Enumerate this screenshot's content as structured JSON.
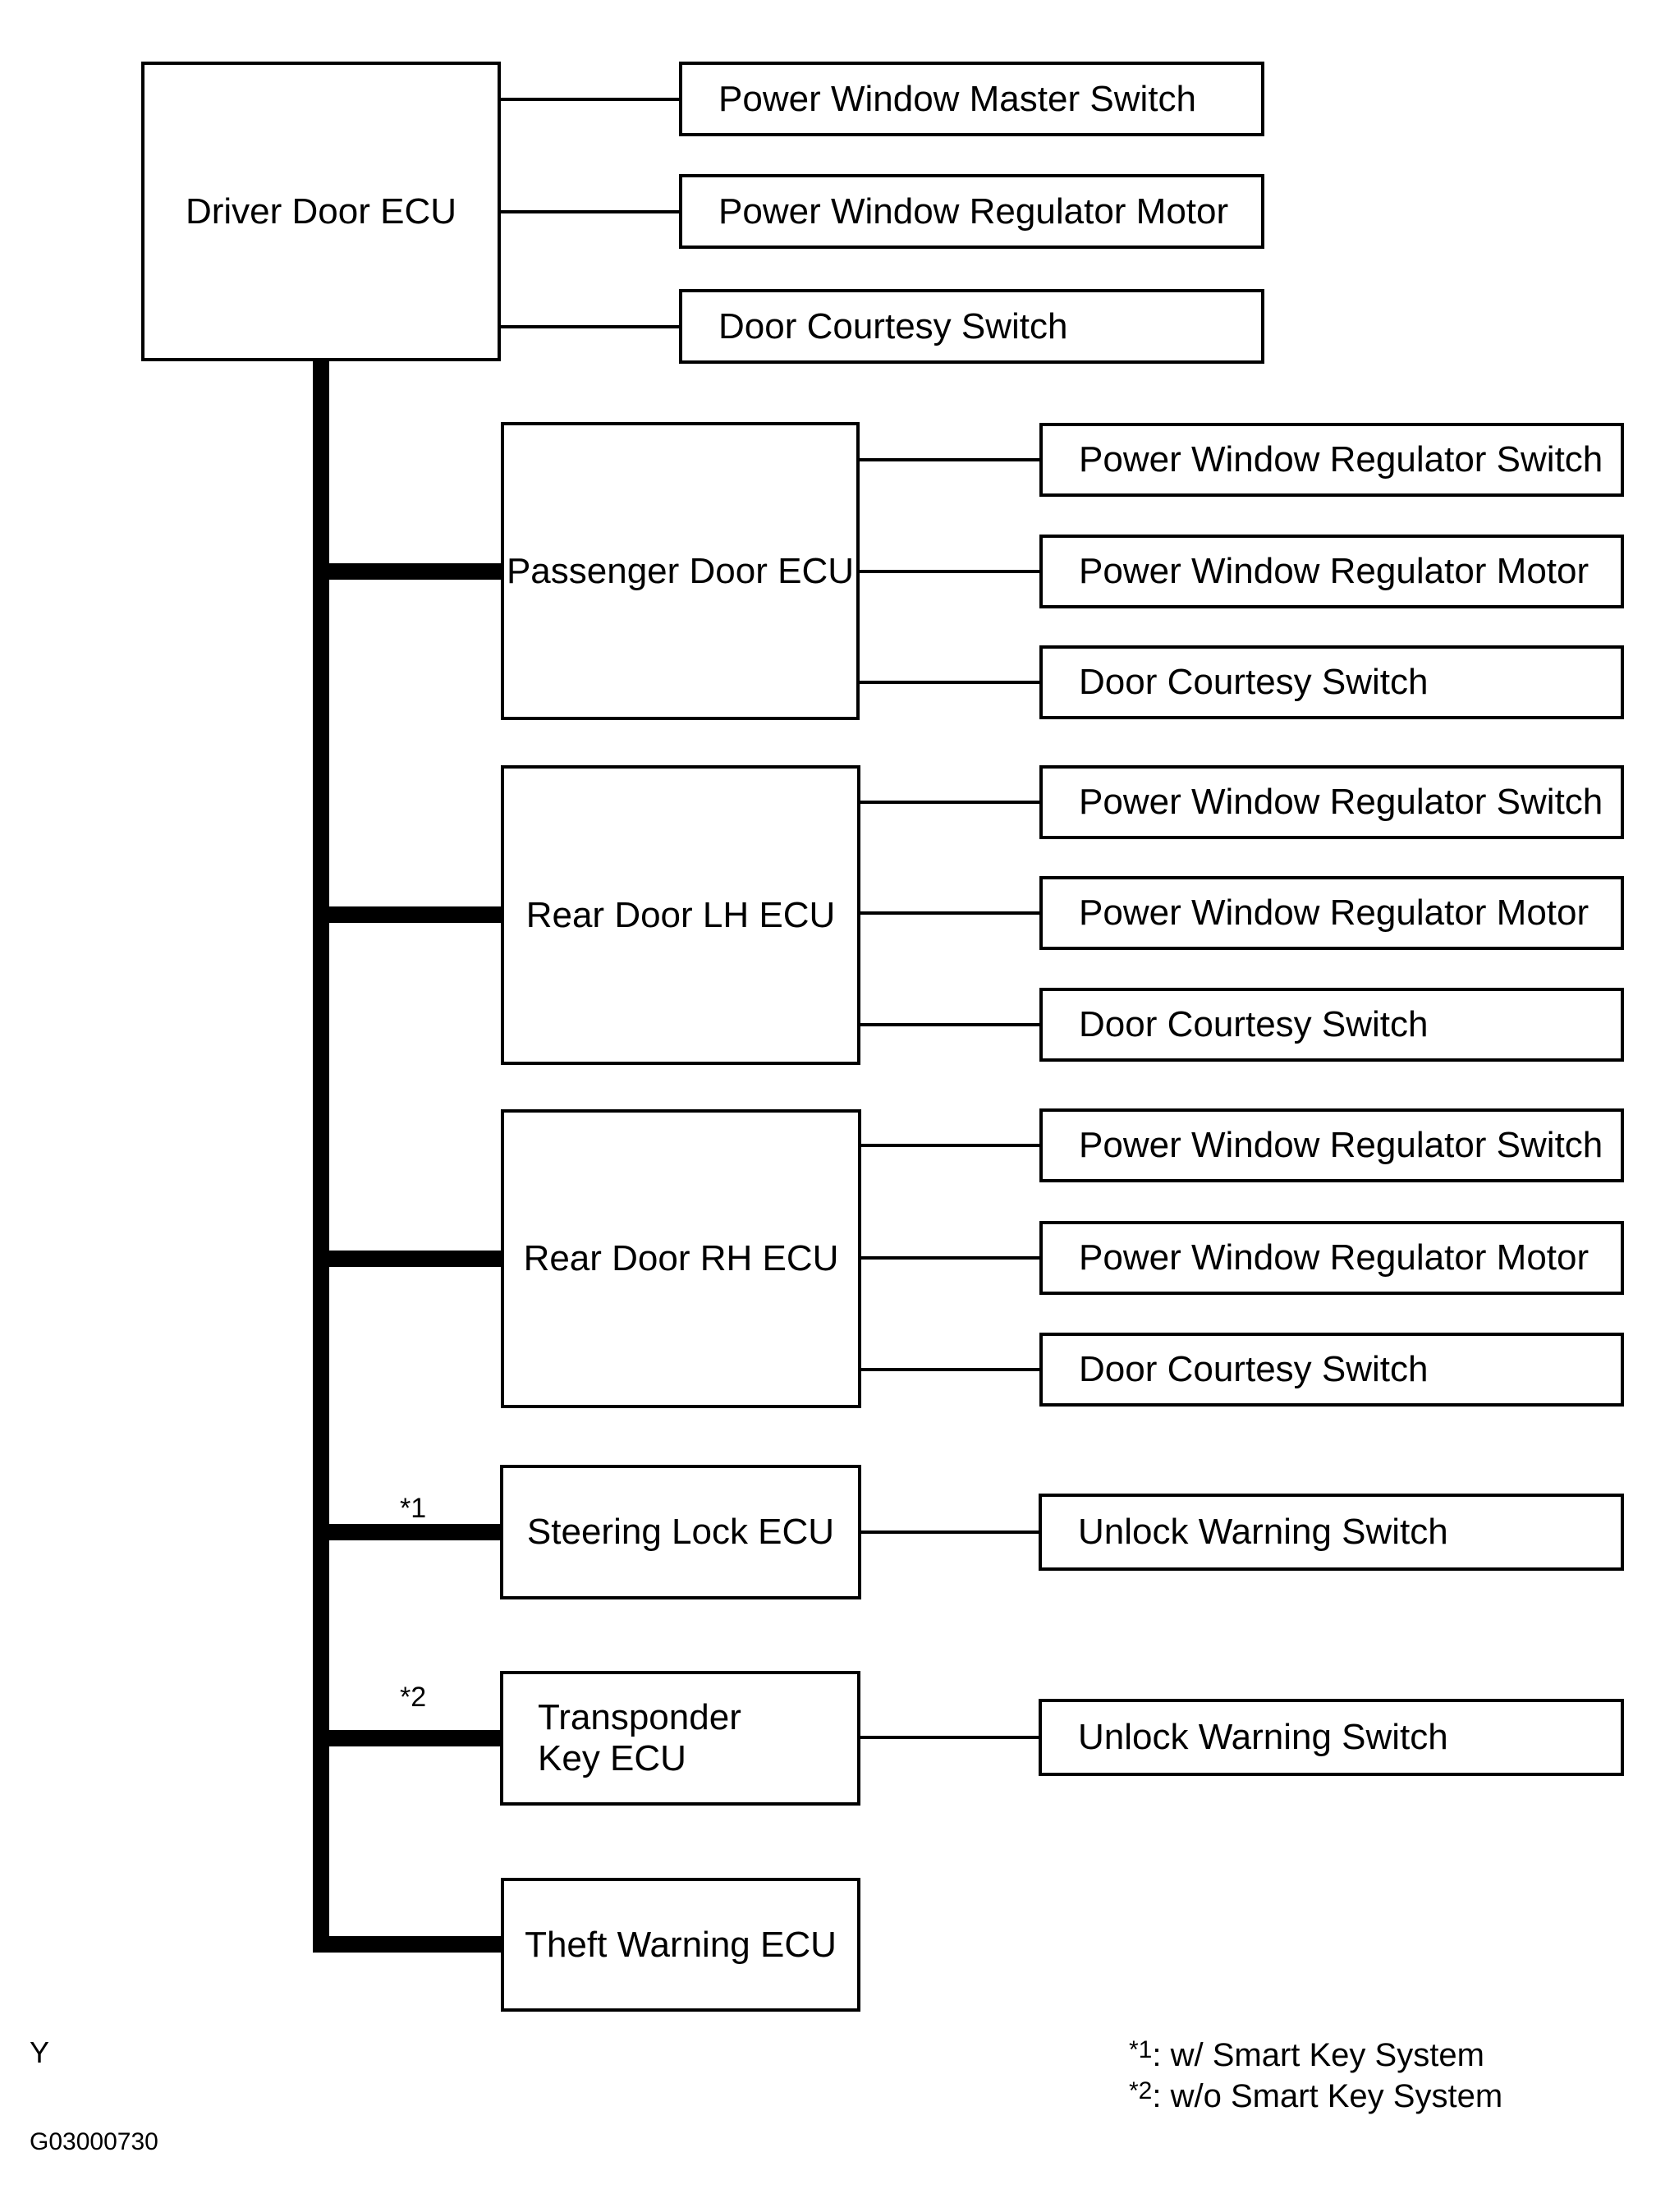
{
  "nodes": [
    {
      "label": "Driver Door ECU",
      "children": [
        "Power Window Master Switch",
        "Power Window Regulator Motor",
        "Door Courtesy Switch"
      ]
    },
    {
      "label": "Passenger Door ECU",
      "children": [
        "Power Window Regulator Switch",
        "Power Window Regulator Motor",
        "Door Courtesy Switch"
      ]
    },
    {
      "label": "Rear Door LH ECU",
      "children": [
        "Power Window Regulator Switch",
        "Power Window Regulator Motor",
        "Door Courtesy Switch"
      ]
    },
    {
      "label": "Rear Door RH ECU",
      "children": [
        "Power Window Regulator Switch",
        "Power Window Regulator Motor",
        "Door Courtesy Switch"
      ]
    },
    {
      "label": "Steering Lock ECU",
      "marker": "*1",
      "children": [
        "Unlock Warning Switch"
      ]
    },
    {
      "label": "Transponder Key ECU",
      "label_lines": [
        "Transponder",
        "Key ECU"
      ],
      "marker": "*2",
      "children": [
        "Unlock Warning Switch"
      ]
    },
    {
      "label": "Theft Warning ECU",
      "children": []
    }
  ],
  "legend": {
    "items": [
      {
        "marker": "*1",
        "text": ": w/ Smart Key System"
      },
      {
        "marker": "*2",
        "text": ": w/o Smart Key System"
      }
    ]
  },
  "footer": {
    "letter": "Y",
    "code": "G03000730"
  }
}
